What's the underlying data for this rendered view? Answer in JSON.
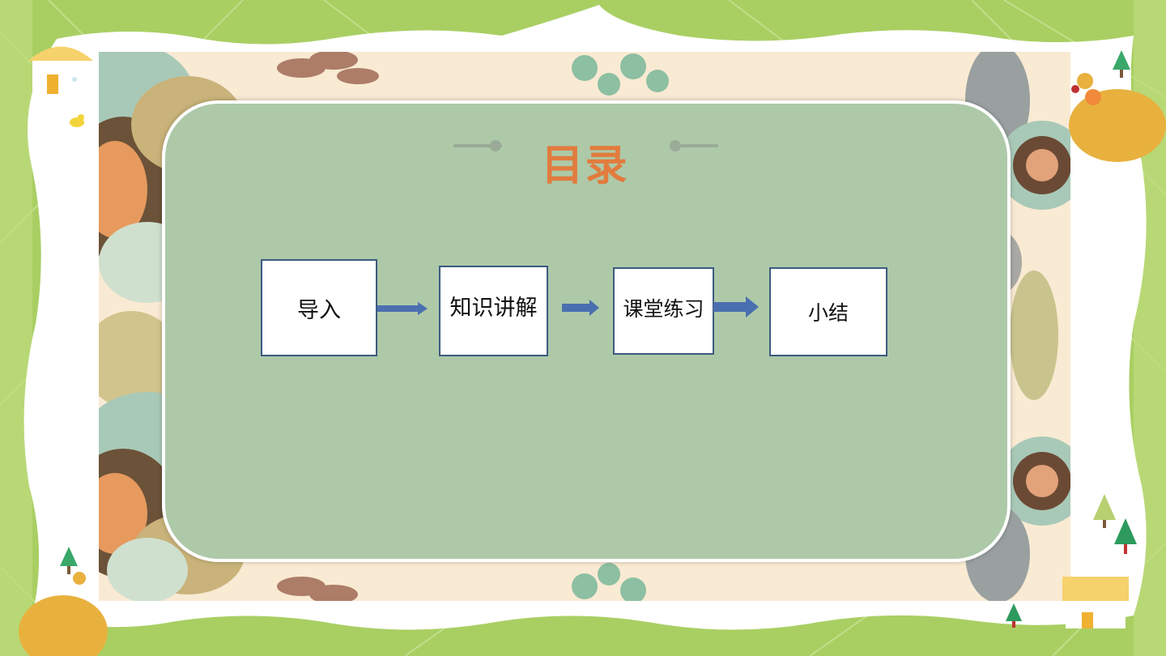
{
  "slide": {
    "title": "目录"
  },
  "flow": {
    "steps": [
      {
        "label": "导入"
      },
      {
        "label": "知识讲解"
      },
      {
        "label": "课堂练习"
      },
      {
        "label": "小结"
      }
    ]
  },
  "colors": {
    "background_green": "#a9cf63",
    "panel_green": "#adc9a8",
    "title_orange": "#e27b3e",
    "box_border": "#3d5a80",
    "arrow_blue": "#4a6fb0"
  }
}
